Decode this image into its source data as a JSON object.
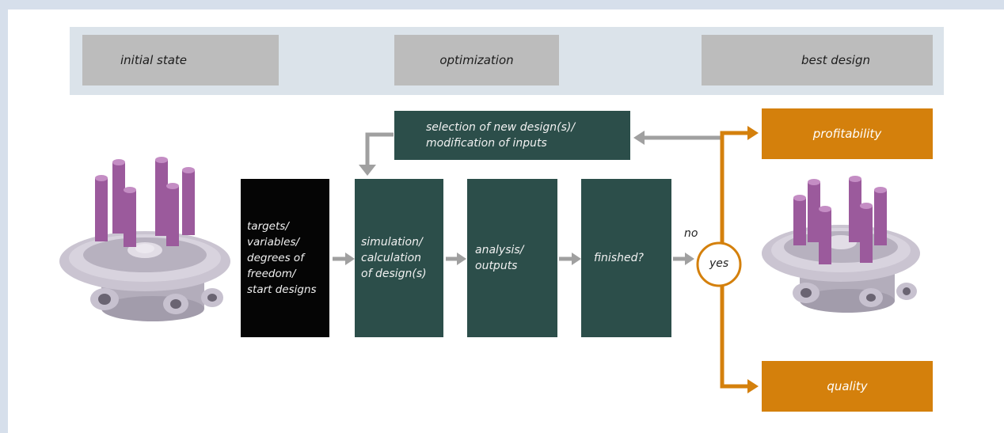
{
  "phases": {
    "initial": "initial state",
    "optimization": "optimization",
    "best": "best design"
  },
  "boxes": {
    "selection_line1": "selection of new design(s)/",
    "selection_line2": "modification of inputs",
    "targets_lines": [
      "targets/",
      "variables/",
      "degrees of",
      "freedom/",
      "start designs"
    ],
    "simulation_lines": [
      "simulation/",
      "calculation",
      "of design(s)"
    ],
    "analysis_lines": [
      "analysis/",
      "outputs"
    ],
    "finished": "finished?"
  },
  "decision": {
    "no_label": "no",
    "yes_label": "yes"
  },
  "results": {
    "profitability": "profitability",
    "quality": "quality"
  },
  "colors": {
    "phase_band": "#dbe3ea",
    "phase_box": "#bcbcbc",
    "process_box": "#2c4e4a",
    "input_box": "#050505",
    "result_box": "#d4800c",
    "arrow_gray": "#a0a0a0",
    "part_purple": "#9b5a9c",
    "part_body": "#c8c3cf"
  }
}
